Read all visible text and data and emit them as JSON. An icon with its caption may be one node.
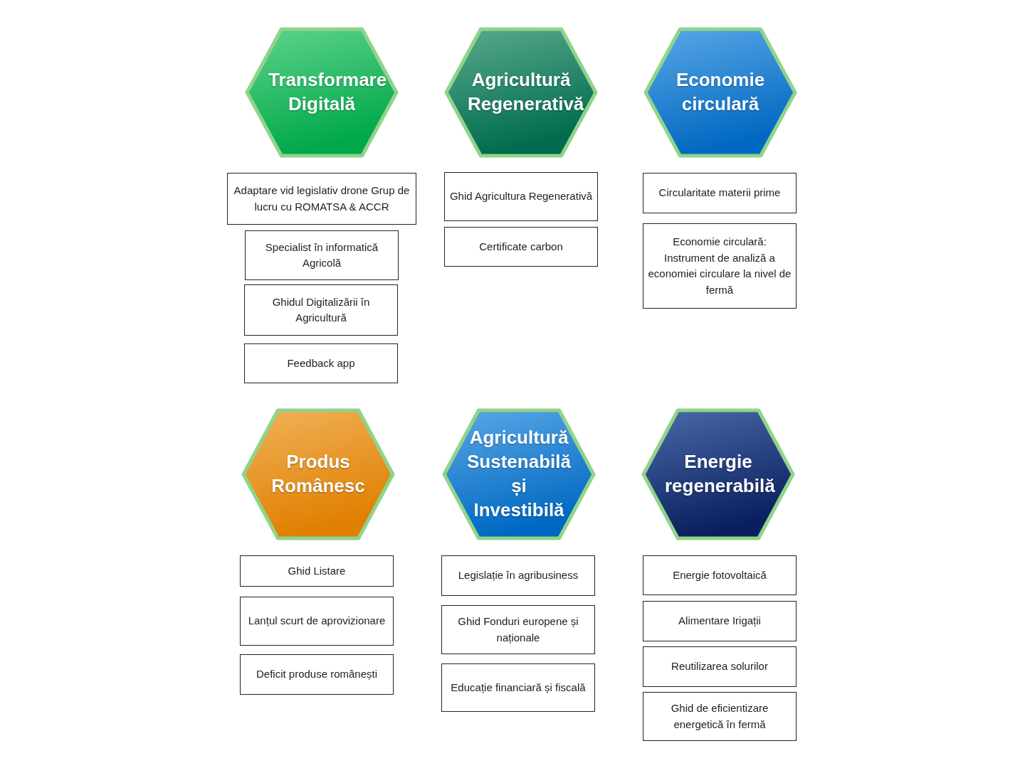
{
  "diagram": {
    "nodes": [
      {
        "text": [
          "Transformare Digitală"
        ]
      },
      {
        "text": [
          "Agricultură Regenerativă"
        ]
      },
      {
        "text": [
          "Economie circulară"
        ]
      },
      {
        "text": [
          "Adaptare vid legislativ drone Grup de lucru cu ROMATSA & ACCR"
        ]
      },
      {
        "text": [
          "Specialist în informatică Agricolă"
        ]
      },
      {
        "text": [
          "Ghidul Digitalizării în Agricultură"
        ]
      },
      {
        "text": [
          "Feedback app"
        ]
      },
      {
        "text": [
          "Ghid Agricultura Regenerativă"
        ]
      },
      {
        "text": [
          "Certificate carbon"
        ]
      },
      {
        "text": [
          "Circularitate materii prime"
        ]
      },
      {
        "text": [
          "Economie circulară: Instrument de analiză a economiei circulare la nivel de fermă"
        ]
      },
      {
        "text": [
          "Produs Românesc"
        ]
      },
      {
        "text": [
          "Agricultură Sustenabilă și Investibilă"
        ]
      },
      {
        "text": [
          "Energie regenerabilă"
        ]
      },
      {
        "text": [
          "Ghid Listare"
        ]
      },
      {
        "text": [
          "Lanțul scurt de aprovizionare"
        ]
      },
      {
        "text": [
          "Deficit produse românești"
        ]
      },
      {
        "text": [
          "Legislație în agribusiness"
        ]
      },
      {
        "text": [
          "Ghid Fonduri europene și naționale"
        ]
      },
      {
        "text": [
          "Educație financiară și fiscală"
        ]
      },
      {
        "text": [
          "Energie fotovoltaică"
        ]
      },
      {
        "text": [
          "Alimentare Irigații"
        ]
      },
      {
        "text": [
          "Reutilizarea solurilor"
        ]
      },
      {
        "text": [
          "Ghid de eficientizare energetică în fermă"
        ]
      }
    ]
  }
}
